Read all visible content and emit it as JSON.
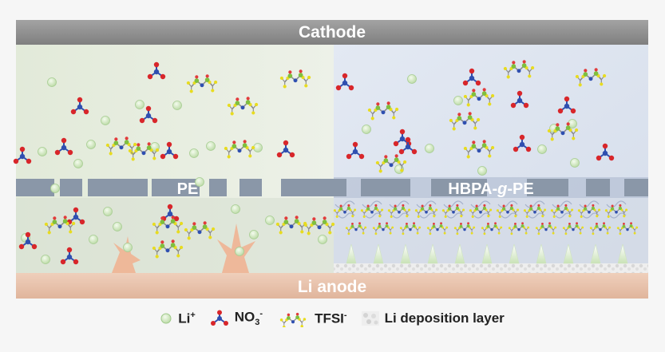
{
  "labels": {
    "cathode": "Cathode",
    "anode": "Li anode",
    "left_separator": "PE",
    "right_separator_prefix": "HBPA-",
    "right_separator_italic": "g",
    "right_separator_suffix": "-PE"
  },
  "legend": {
    "li_ion": "Li",
    "li_ion_charge": "+",
    "nitrate": "NO",
    "nitrate_sub": "3",
    "nitrate_charge": "-",
    "tfsi": "TFSI",
    "tfsi_charge": "-",
    "deposition": "Li deposition layer"
  },
  "colors": {
    "cathode_bar": "#8f8f8f",
    "anode_bar": "#e7c3ad",
    "separator": "#8a97a8",
    "left_bg": "#e6ede0",
    "right_bg": "#dfe6f1",
    "li_ion": "#c7e3b4",
    "nitrogen": "#2f4fb0",
    "oxygen": "#d8262a",
    "tfsi_yellow": "#e8dc1f",
    "tfsi_green": "#7fbf3f",
    "dendrite": "#f2b89a"
  }
}
